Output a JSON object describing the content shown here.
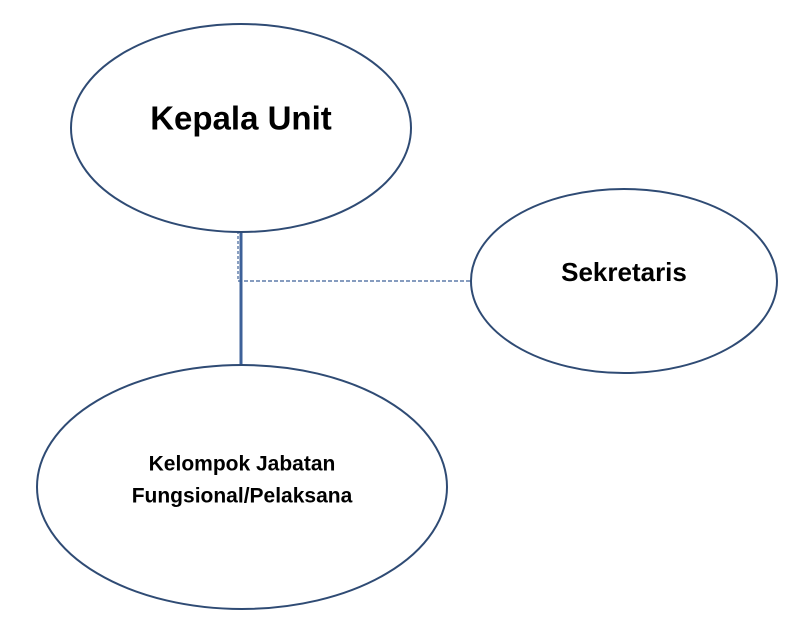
{
  "diagram": {
    "colors": {
      "outline": "#2f4b74",
      "connector": "#3d6199",
      "text": "#000000",
      "background": "#ffffff"
    },
    "nodes": {
      "head": {
        "label": "Kepala Unit"
      },
      "secretary": {
        "label": "Sekretaris"
      },
      "staff": {
        "label_line_1": "Kelompok Jabatan",
        "label_line_2": "Fungsional/Pelaksana"
      }
    },
    "edges": [
      {
        "from": "head",
        "to": "staff",
        "style": "solid"
      },
      {
        "from": "head",
        "to": "secretary",
        "style": "dashed"
      }
    ]
  }
}
